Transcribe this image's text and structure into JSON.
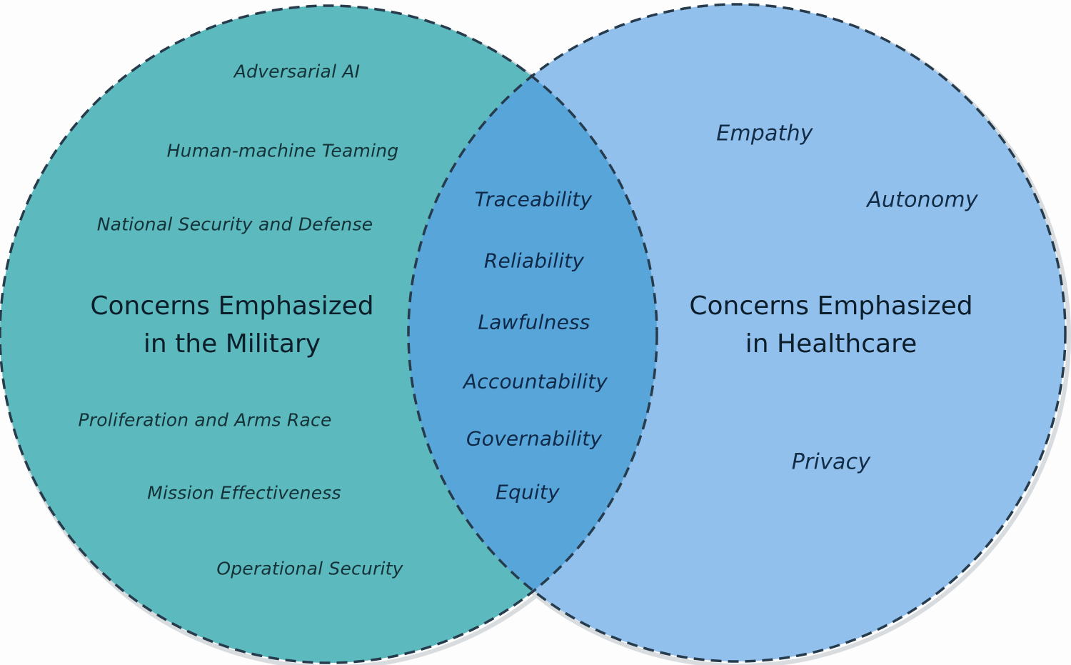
{
  "diagram": {
    "type": "venn",
    "left": {
      "title_line1": "Concerns Emphasized",
      "title_line2": "in the Military",
      "items": [
        "Adversarial AI",
        "Human-machine Teaming",
        "National Security and Defense",
        "Proliferation and Arms Race",
        "Mission Effectiveness",
        "Operational Security"
      ]
    },
    "overlap": {
      "items": [
        "Traceability",
        "Reliability",
        "Lawfulness",
        "Accountability",
        "Governability",
        "Equity"
      ]
    },
    "right": {
      "title_line1": "Concerns Emphasized",
      "title_line2": "in Healthcare",
      "items": [
        "Empathy",
        "Autonomy",
        "Privacy"
      ]
    },
    "colors": {
      "left_fill": "#5cb9bd",
      "right_fill": "#92c0ed",
      "overlap_fill": "#58a5da",
      "stroke": "#263b4c",
      "shadow": "#d9dcde",
      "left_text": "#153238",
      "overlap_text": "#0f2947",
      "right_text": "#122c46",
      "title_text": "#0d1e2b",
      "background": "#fdfdfd"
    }
  }
}
